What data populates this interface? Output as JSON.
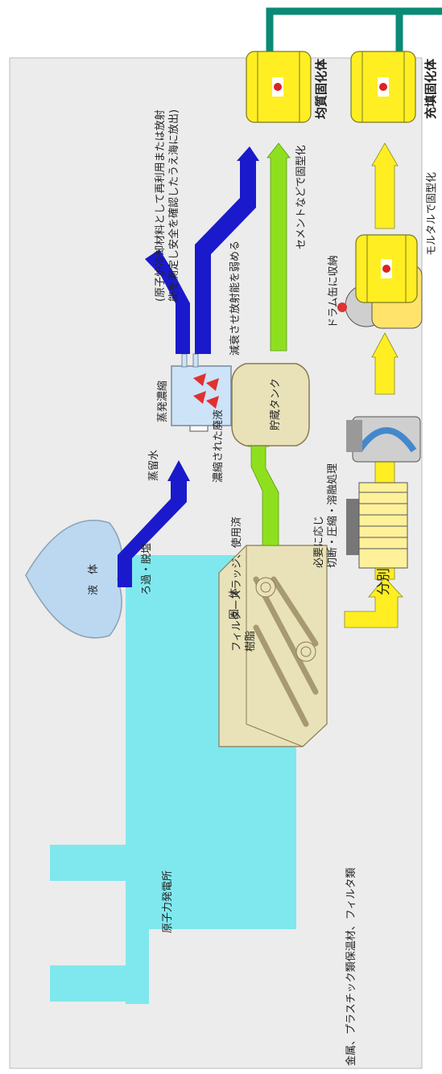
{
  "labels": {
    "power_plant": "原子力発電所",
    "liquid": "液　体",
    "solid": "固　体",
    "solid_waste_types": "金属、プラスチック類保温材、フィルタ類",
    "filtration": "ろ過・脱塩",
    "evaporation": "蒸発濃縮",
    "distilled_water": "蒸留水",
    "discharge_note_1": "(原子炉冷却材料として再利用または放射",
    "discharge_note_2": "能を測定し安全を確認したうえ海に放出)",
    "concentrated_waste": "濃縮された廃液",
    "filter_sludge_1": "フィルタースラッジ、使用済",
    "filter_sludge_2": "樹脂",
    "storage_tank": "貯蔵タンク",
    "decay": "減衰させ放射能を弱める",
    "cement": "セメントなどで固型化",
    "homogeneous": "均質固化体",
    "sorting": "分別",
    "cut_1": "必要に応じ",
    "cut_2": "切断・圧縮・溶融処理",
    "drum": "ドラム缶に収納",
    "mortar": "モルタルで固型化",
    "filled": "充填固化体"
  },
  "colors": {
    "blue_flow": "#1a1acc",
    "green_flow": "#8ee01e",
    "yellow_flow": "#ffee22",
    "building": "#7fe8ee",
    "background_panel": "#ececec",
    "liquid_drop": "#bcd8f0",
    "solid_box": "#e9e2b8",
    "teal_bracket": "#0b8a74"
  }
}
